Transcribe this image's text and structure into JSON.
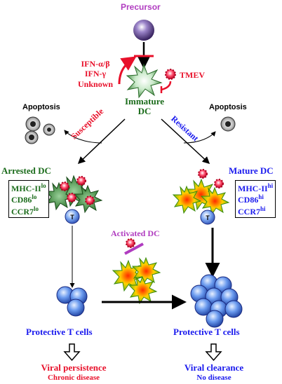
{
  "precursor": "Precursor",
  "inhibitors": [
    "IFN-α/β",
    "IFN-γ",
    "Unknown"
  ],
  "tmev": "TMEV",
  "immature": [
    "Immature",
    "DC"
  ],
  "apoptosis_left": "Apoptosis",
  "apoptosis_right": "Apoptosis",
  "susceptible": "Susceptible",
  "resistant": "Resistant",
  "arrested": "Arrested DC",
  "mature": "Mature DC",
  "activated": "Activated DC",
  "markers_left": [
    {
      "name": "MHC-II",
      "sup": "lo"
    },
    {
      "name": "CD86",
      "sup": "lo"
    },
    {
      "name": "CCR7",
      "sup": "lo"
    }
  ],
  "markers_right": [
    {
      "name": "MHC-II",
      "sup": "hi"
    },
    {
      "name": "CD86",
      "sup": "hi"
    },
    {
      "name": "CCR7",
      "sup": "hi"
    }
  ],
  "t_label": "T",
  "protective_left": "Protective T cells",
  "protective_right": "Protective T cells",
  "outcome_left": {
    "title": "Viral persistence",
    "sub": "Chronic disease"
  },
  "outcome_right": {
    "title": "Viral clearance",
    "sub": "No disease"
  },
  "colors": {
    "red": "#e8102a",
    "green": "#1a6b1a",
    "blue": "#1a1aee",
    "purple": "#b03cc0",
    "dark_green": "#1f6a1f",
    "cell_blue": "#5c8ee8",
    "virus": "#d0103a"
  }
}
